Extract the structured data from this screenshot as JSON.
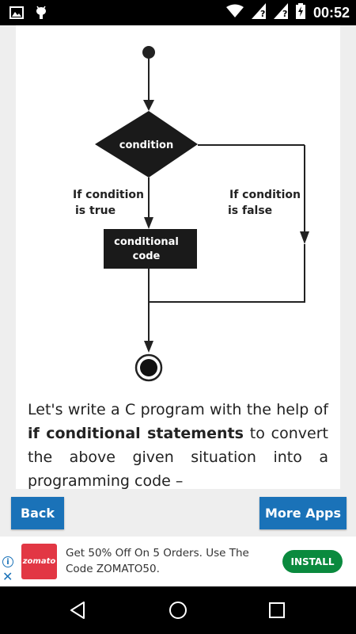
{
  "status_bar": {
    "time": "00:52",
    "left_icons": [
      "image-icon",
      "android-debug-icon"
    ],
    "right_icons": [
      "wifi-icon",
      "signal-unknown-icon",
      "signal-unknown-icon-2",
      "battery-charging-icon"
    ]
  },
  "flowchart": {
    "decision_label": "condition",
    "true_label_line1": "If condition",
    "true_label_line2": "is true",
    "false_label_line1": "If condition",
    "false_label_line2": "is false",
    "process_label_line1": "conditional",
    "process_label_line2": "code"
  },
  "article": {
    "para_part1": "Let's write a C program with the help of ",
    "para_bold": "if conditional statements",
    "para_part2": " to convert the above given situation into a programming code –"
  },
  "buttons": {
    "back_label": "Back",
    "more_apps_label": "More Apps"
  },
  "ad": {
    "logo_text": "zomato",
    "text": "Get 50% Off On 5 Orders. Use The Code ZOMATO50.",
    "install_label": "INSTALL",
    "info_symbol": "i",
    "close_symbol": "✕",
    "brand_color": "#e23744",
    "install_color": "#0a8a3e"
  },
  "theme": {
    "button_color": "#1a72b8",
    "flowchart_fill": "#1a1a1a"
  }
}
